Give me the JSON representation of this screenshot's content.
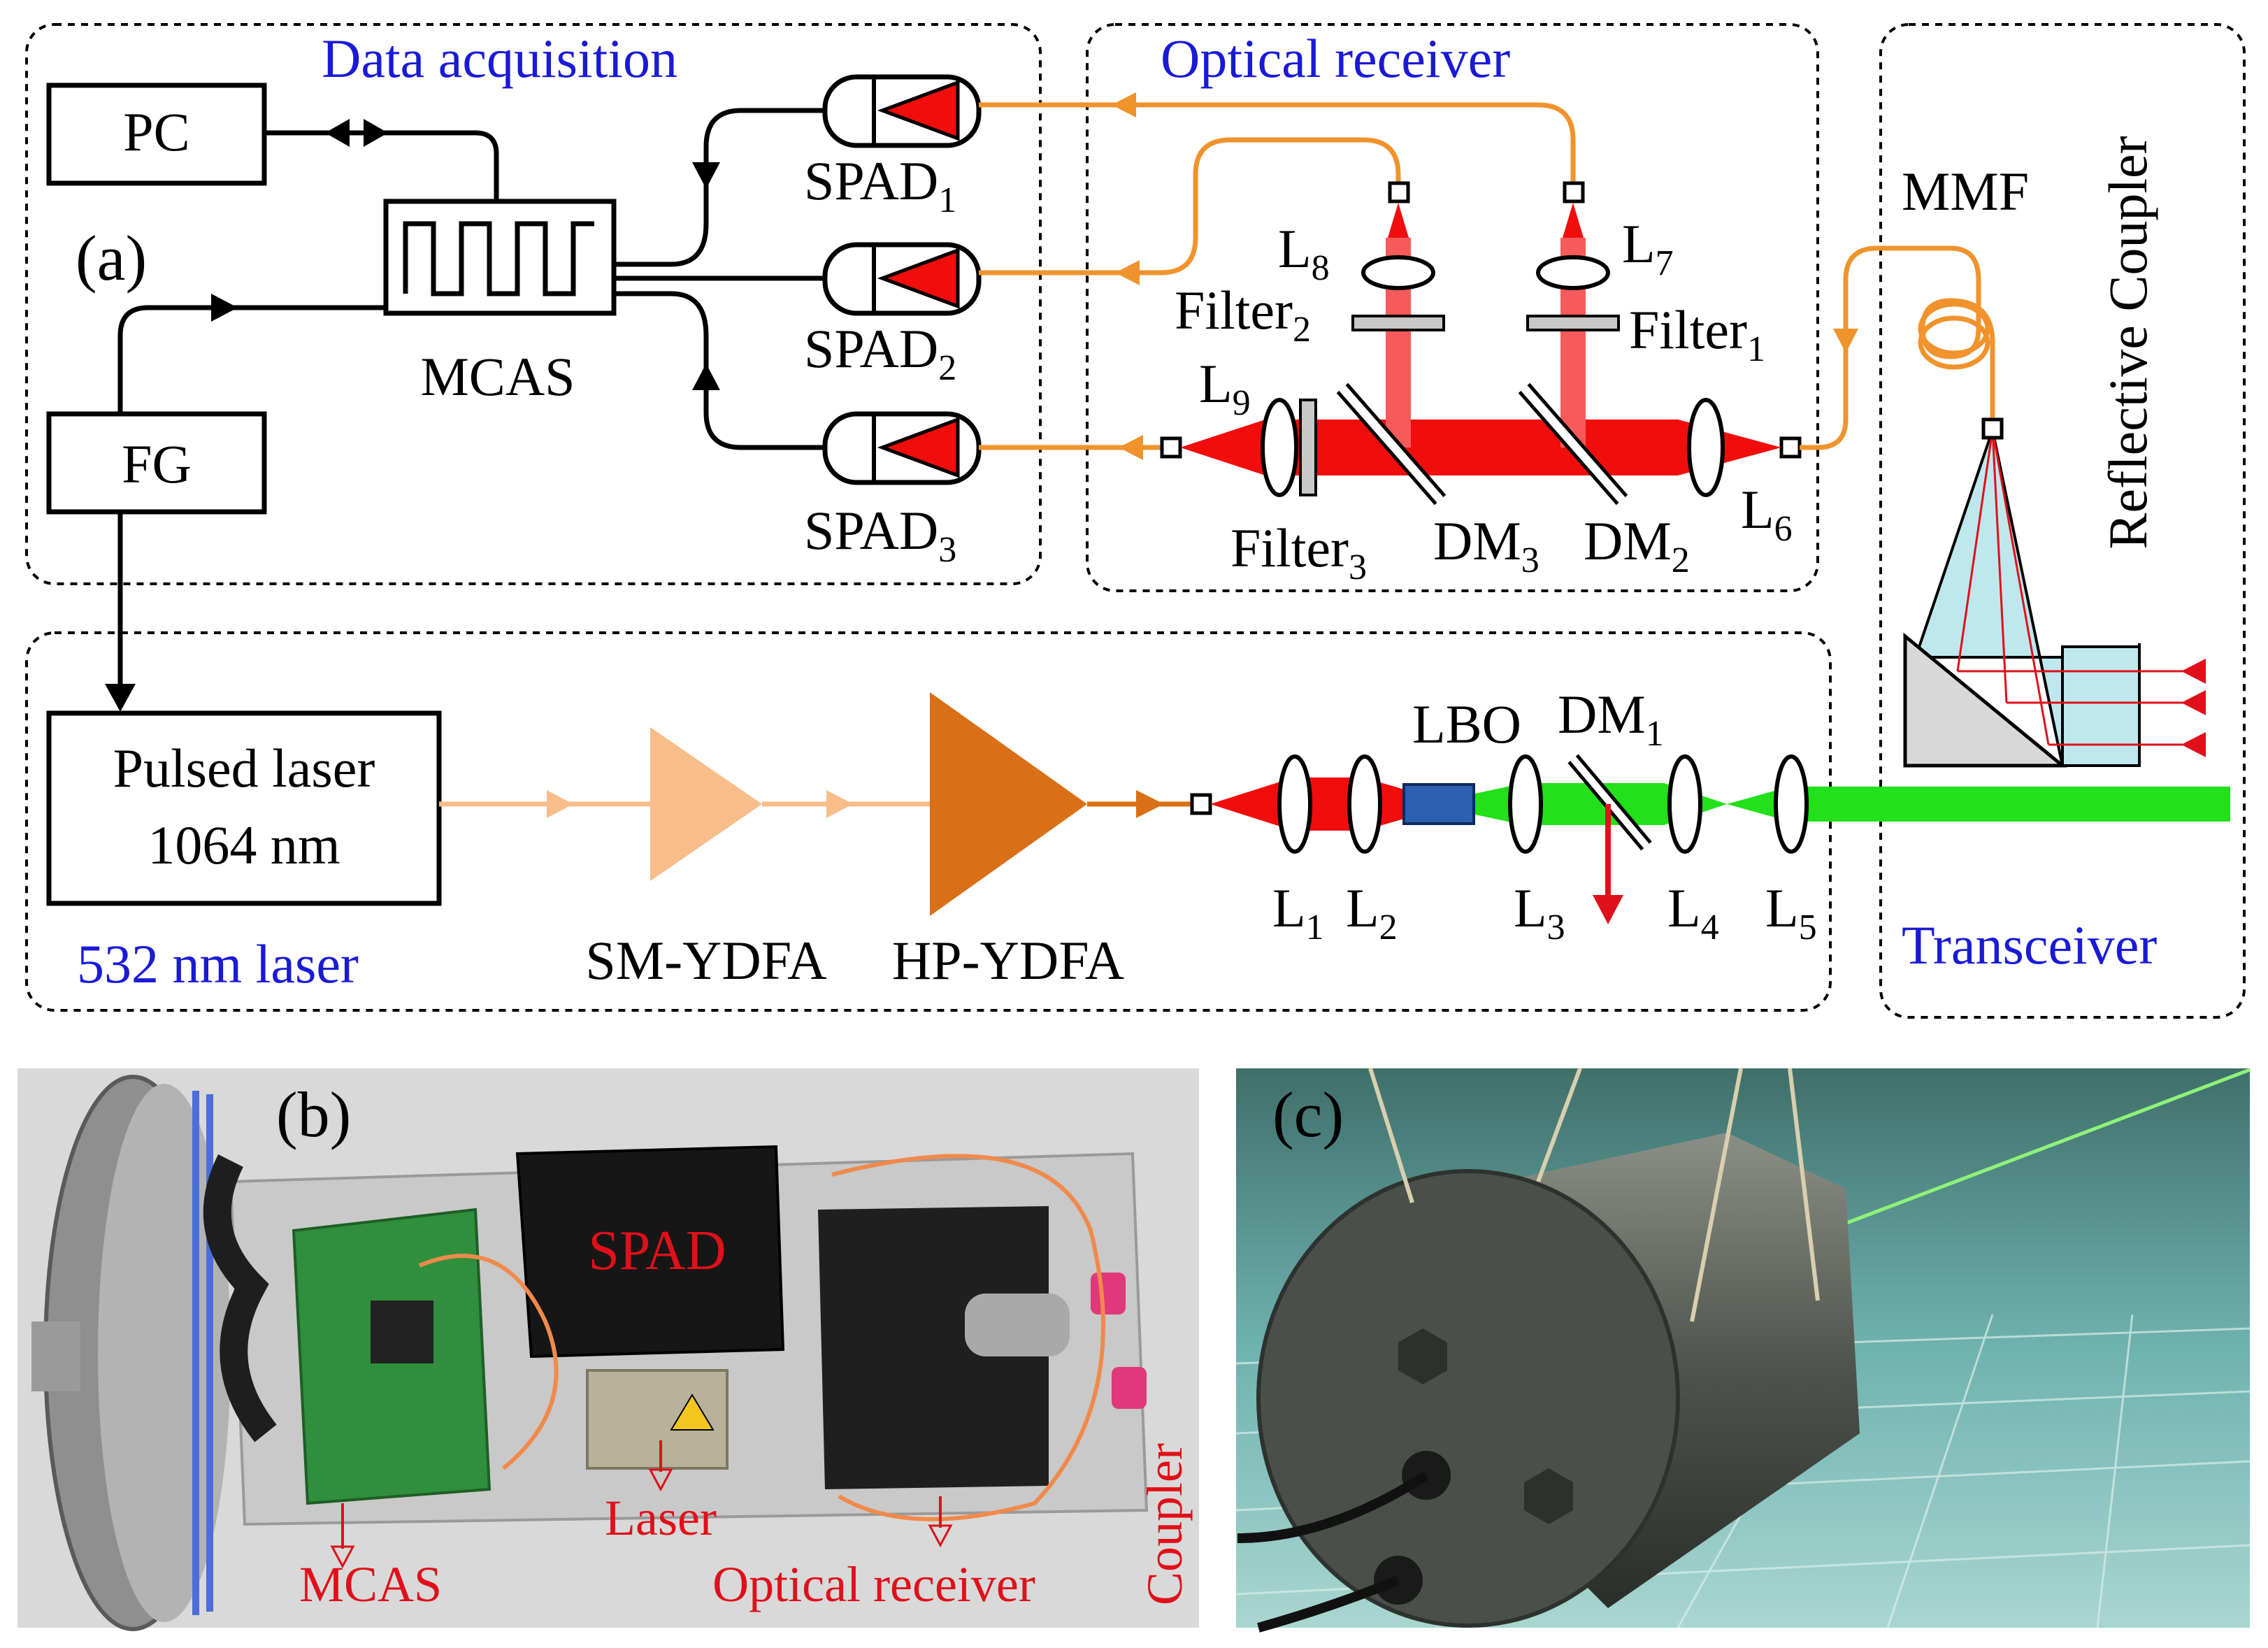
{
  "panel_a": {
    "tag": "(a)",
    "sections": {
      "data_acquisition": "Data acquisition",
      "optical_receiver": "Optical receiver",
      "laser_532": "532 nm laser",
      "transceiver": "Transceiver"
    },
    "boxes": {
      "pc": "PC",
      "fg": "FG",
      "mcas": "MCAS",
      "pulsed_laser_line1": "Pulsed laser",
      "pulsed_laser_line2": "1064 nm"
    },
    "spads": [
      {
        "base": "SPAD",
        "sub": "1"
      },
      {
        "base": "SPAD",
        "sub": "2"
      },
      {
        "base": "SPAD",
        "sub": "3"
      }
    ],
    "receiver": {
      "l8": {
        "base": "L",
        "sub": "8"
      },
      "l7": {
        "base": "L",
        "sub": "7"
      },
      "l9": {
        "base": "L",
        "sub": "9"
      },
      "l6": {
        "base": "L",
        "sub": "6"
      },
      "filter2": {
        "base": "Filter",
        "sub": "2"
      },
      "filter1": {
        "base": "Filter",
        "sub": "1"
      },
      "filter3": {
        "base": "Filter",
        "sub": "3"
      },
      "dm3": {
        "base": "DM",
        "sub": "3"
      },
      "dm2": {
        "base": "DM",
        "sub": "2"
      }
    },
    "transceiver": {
      "mmf": "MMF",
      "reflective_coupler": "Reflective Coupler"
    },
    "laser_chain": {
      "sm_ydfa": "SM-YDFA",
      "hp_ydfa": "HP-YDFA",
      "lbo": "LBO",
      "dm1": {
        "base": "DM",
        "sub": "1"
      },
      "l1": {
        "base": "L",
        "sub": "1"
      },
      "l2": {
        "base": "L",
        "sub": "2"
      },
      "l3": {
        "base": "L",
        "sub": "3"
      },
      "l4": {
        "base": "L",
        "sub": "4"
      },
      "l5": {
        "base": "L",
        "sub": "5"
      }
    }
  },
  "panel_b": {
    "tag": "(b)",
    "spad": "SPAD",
    "laser": "Laser",
    "mcas": "MCAS",
    "optical_receiver": "Optical receiver",
    "coupler": "Coupler"
  },
  "panel_c": {
    "tag": "(c)"
  },
  "colors": {
    "beam_red": "#f20d0d",
    "beam_green": "#22e01a",
    "fiber_orange": "#f0932d",
    "amp_light": "#f7bd8a",
    "amp_dark": "#d96f16",
    "section_title": "#1a1ad6",
    "photo_label": "#e0101a"
  }
}
